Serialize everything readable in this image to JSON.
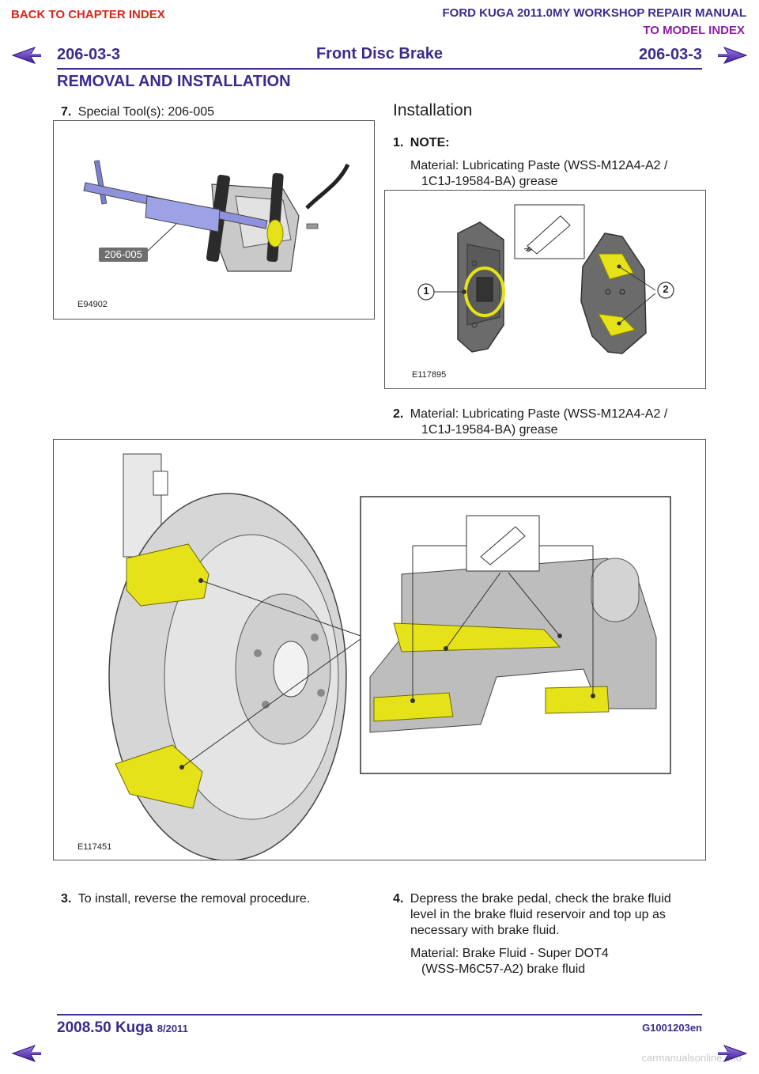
{
  "nav": {
    "back_chapter": "BACK TO CHAPTER INDEX",
    "manual_title": "FORD KUGA 2011.0MY WORKSHOP REPAIR MANUAL",
    "model_index": "TO MODEL INDEX"
  },
  "header": {
    "code_left": "206-03-3",
    "title": "Front Disc Brake",
    "code_right": "206-03-3",
    "section": "REMOVAL AND INSTALLATION"
  },
  "steps_left": {
    "s7_num": "7.",
    "s7_text": "Special Tool(s): 206-005",
    "fig1_tool_label": "206-005",
    "fig1_id": "E94902"
  },
  "installation": {
    "heading": "Installation",
    "s1_num": "1.",
    "s1_note": "NOTE:",
    "s1_material_a": "Material: Lubricating Paste (WSS-M12A4-A2 /",
    "s1_material_b": "1C1J-19584-BA) grease",
    "fig2_callout_1": "1",
    "fig2_callout_2": "2",
    "fig2_id": "E117895",
    "s2_num": "2.",
    "s2_material_a": "Material: Lubricating Paste (WSS-M12A4-A2 /",
    "s2_material_b": "1C1J-19584-BA) grease",
    "fig3_id": "E117451",
    "s3_num": "3.",
    "s3_text": "To install, reverse the removal procedure.",
    "s4_num": "4.",
    "s4_line1": "Depress the brake pedal, check the brake fluid",
    "s4_line2": "level in the brake fluid reservoir and top up as",
    "s4_line3": "necessary with brake fluid.",
    "s4_material_a": "Material: Brake Fluid - Super DOT4",
    "s4_material_b": "(WSS-M6C57-A2) brake fluid"
  },
  "footer": {
    "model": "2008.50 Kuga",
    "date": "8/2011",
    "doc_code": "G1001203en",
    "watermark": "carmanualsonline.info"
  },
  "colors": {
    "brand_navy": "#3a2c8c",
    "link_red": "#d7261e",
    "link_purple": "#8a1fa0",
    "grease_yellow": "#e6e21a"
  }
}
